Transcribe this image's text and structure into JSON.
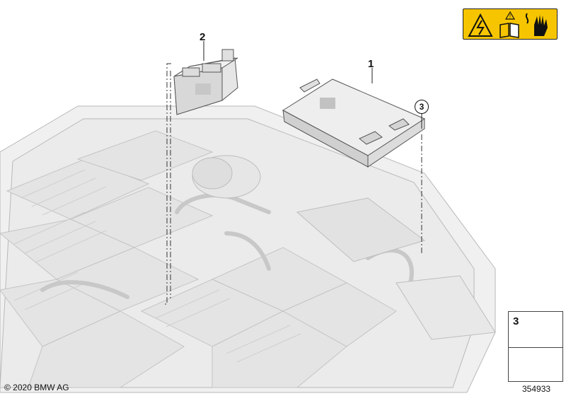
{
  "callouts": {
    "item_1": "1",
    "item_2": "2",
    "item_3": "3"
  },
  "parts_box": {
    "number": "3"
  },
  "copyright": "© 2020 BMW AG",
  "diagram_number": "354933",
  "warning": {
    "background": "#f6c500",
    "icons": [
      "electrical-hazard-icon",
      "read-manual-icon",
      "gloves-icon"
    ]
  },
  "colors": {
    "line": "#9a9a9a",
    "part_fill": "#e9e9e9"
  }
}
